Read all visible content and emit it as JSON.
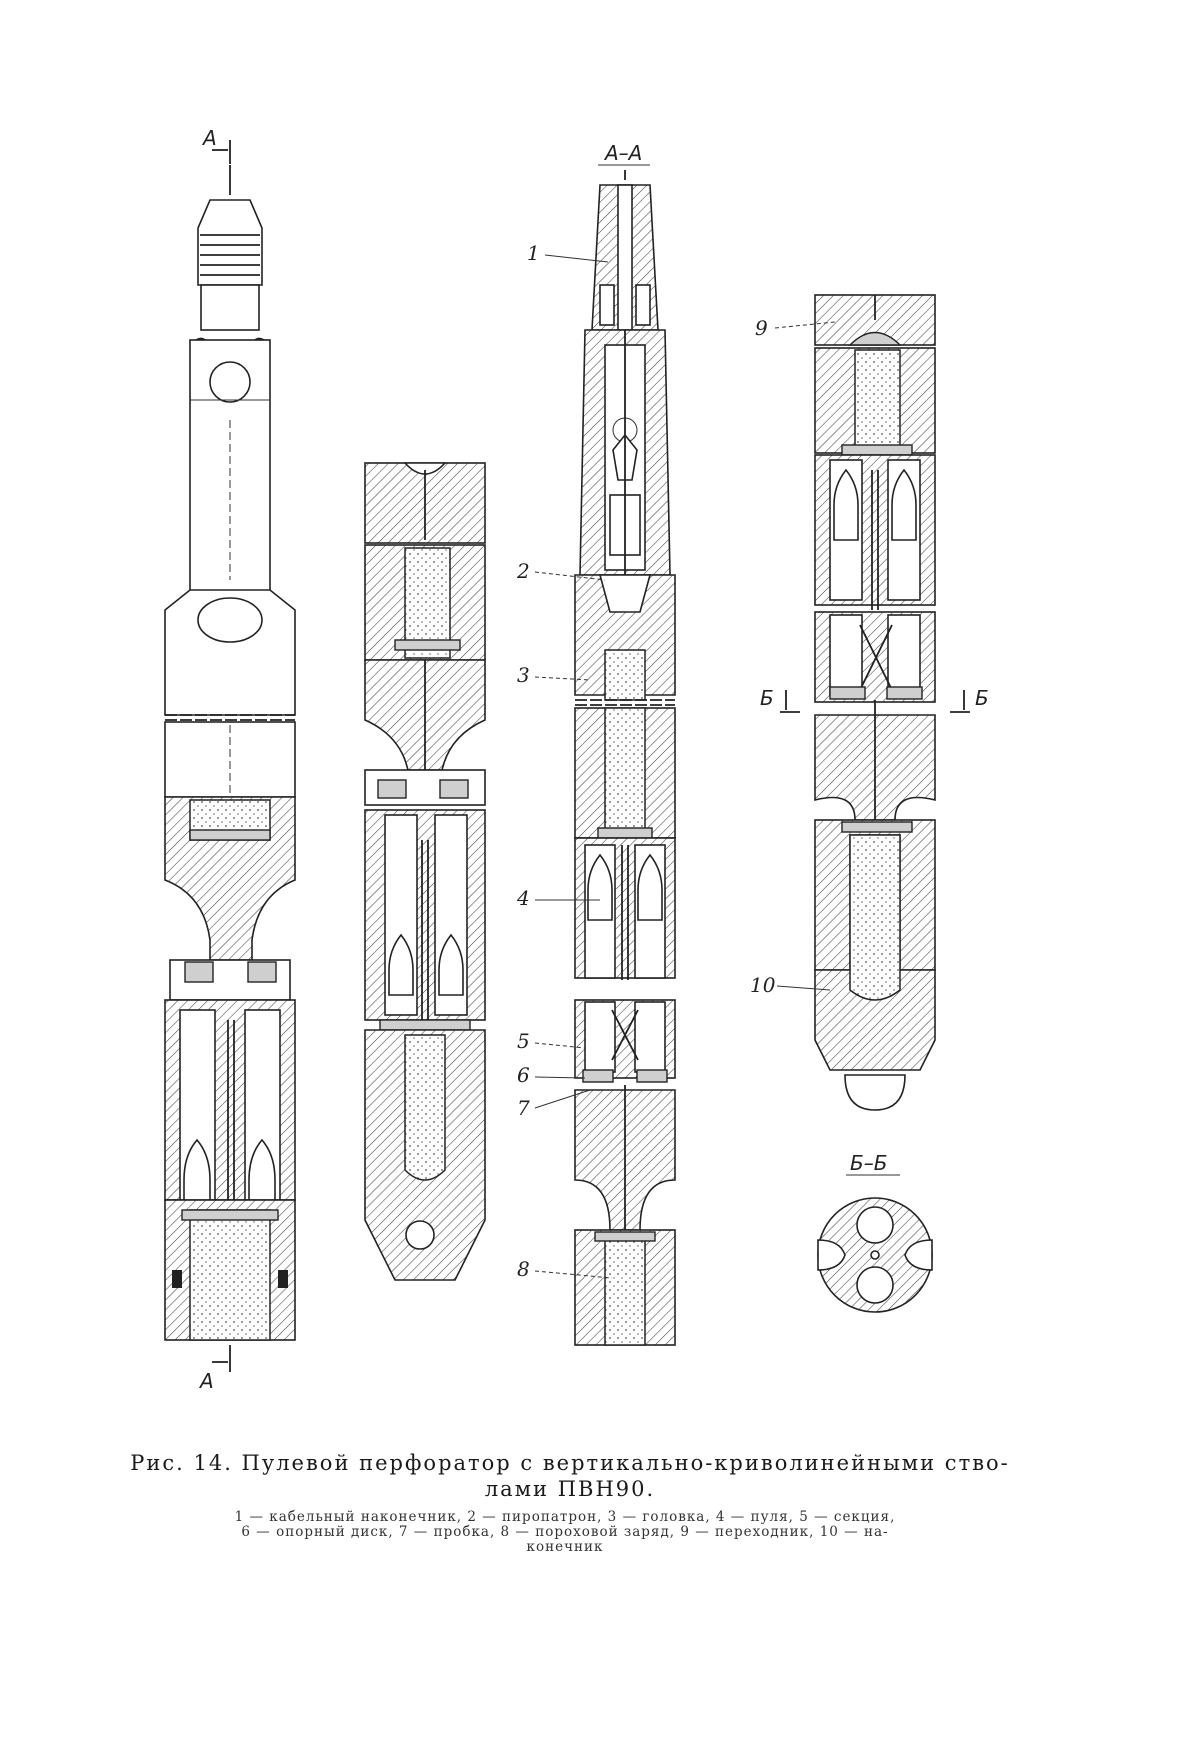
{
  "figure": {
    "section_marks": {
      "a_top": "А",
      "a_bottom": "А",
      "aa_title": "А–А",
      "b_left": "Б",
      "b_right": "Б",
      "bb_title": "Б–Б"
    },
    "callouts": [
      "1",
      "2",
      "3",
      "4",
      "5",
      "6",
      "7",
      "8",
      "9",
      "10"
    ]
  },
  "caption": {
    "title_line1": "Рис. 14. Пулевой перфоратор с вертикально-криволинейными ство-",
    "title_line2": "лами ПВН90.",
    "legend_line1": "1 — кабельный наконечник, 2 — пиропатрон, 3 — головка, 4 — пуля, 5 — секция,",
    "legend_line2": "6 — опорный диск, 7 — пробка, 8 — пороховой заряд, 9 — переходник, 10 — на-",
    "legend_line3": "конечник"
  }
}
